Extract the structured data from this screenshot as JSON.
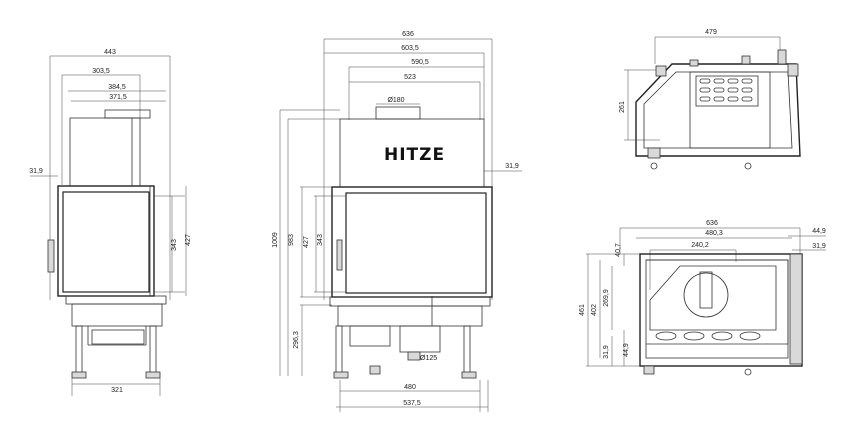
{
  "brand": {
    "logo": "HITZE"
  },
  "side_view": {
    "dims": {
      "total_width": "443",
      "w1": "303,5",
      "w2": "384,5",
      "w3": "371,5",
      "offset": "31,9",
      "h1": "343",
      "h2": "427",
      "base": "321"
    }
  },
  "front_view": {
    "dims": {
      "w636": "636",
      "w603": "603,5",
      "w590": "590,5",
      "w523": "523",
      "flue": "Ø180",
      "h1009": "1009",
      "h983": "983",
      "h427": "427",
      "h343": "343",
      "h296": "296,3",
      "intake": "Ø125",
      "offset": "31,9",
      "w480": "480",
      "w537": "537,5"
    }
  },
  "top_section_view": {
    "dims": {
      "w479": "479",
      "h261": "261"
    }
  },
  "plan_view": {
    "dims": {
      "w636": "636",
      "w480": "480,3",
      "w240": "240,2",
      "a40": "40,7",
      "h461": "461",
      "h402": "402",
      "h269": "269,9",
      "b31": "31,9",
      "b44": "44,9",
      "r44": "44,9",
      "r31": "31,9"
    }
  }
}
